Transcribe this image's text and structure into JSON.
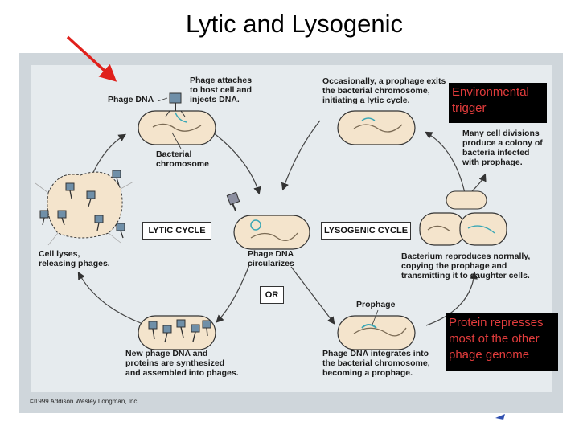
{
  "slide": {
    "title": "Lytic and Lysogenic"
  },
  "diagram": {
    "labels": {
      "phage_dna": "Phage DNA",
      "phage_attaches": "Phage attaches\nto host cell and\ninjects DNA.",
      "bacterial_chromosome": "Bacterial\nchromosome",
      "occasionally": "Occasionally, a prophage exits\nthe bacterial chromosome,\ninitiating a lytic cycle.",
      "many_divisions": "Many cell divisions\nproduce a colony of\nbacteria infected\nwith prophage.",
      "cell_lyses": "Cell lyses,\nreleasing phages.",
      "lytic_cycle": "LYTIC CYCLE",
      "lysogenic_cycle": "LYSOGENIC CYCLE",
      "circularizes": "Phage DNA\ncircularizes",
      "or": "OR",
      "bacterium_reproduces": "Bacterium reproduces normally,\ncopying the prophage and\ntransmitting it to daughter cells.",
      "prophage": "Prophage",
      "new_phage_dna": "New phage DNA and\nproteins are synthesized\nand assembled into phages.",
      "integrates": "Phage DNA integrates into\nthe bacterial chromosome,\nbecoming a prophage."
    },
    "copyright": "©1999 Addison Wesley Longman, Inc."
  },
  "callouts": {
    "environmental_trigger": "Environmental\n   trigger",
    "protein_represses": "Protein represses\nmost of the other\nphage genome"
  },
  "colors": {
    "callout_text": "#e23c3c",
    "callout_bg": "#000000",
    "pointer_arrow": "#e0201b",
    "cell_fill": "#f4e4cc",
    "phage_dna": "#3aa7b6",
    "panel": "#e6ebee"
  }
}
